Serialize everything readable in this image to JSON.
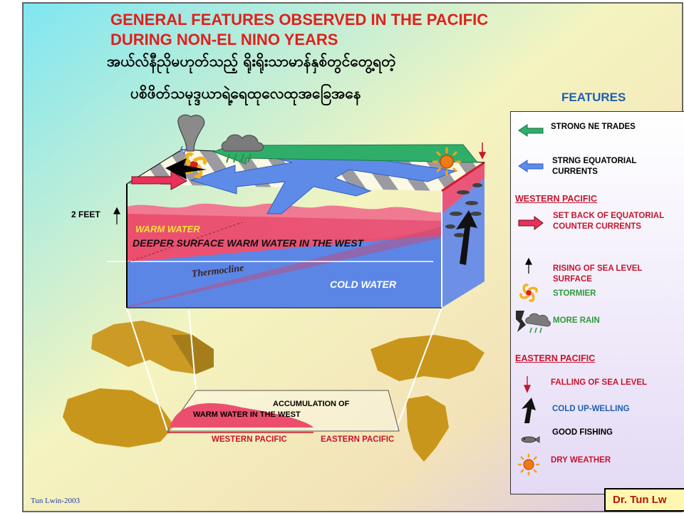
{
  "title": {
    "en_line1": "GENERAL FEATURES OBSERVED IN THE PACIFIC",
    "en_line2": "DURING NON-EL NINO YEARS",
    "my_line1": "အယ်လ်နီညိုမဟုတ်သည့် ရိုးရိုးသာမာန်နှစ်တွင်တွေ့ရတဲ့",
    "my_line2": "ပစိဖိတ်သမုဒ္ဒယာရဲ့ရေထုလေထုအခြေအနေ"
  },
  "diagram": {
    "feet_label": "2 FEET",
    "warm_water": "WARM WATER",
    "deeper_surface": "DEEPER SURFACE WARM WATER IN THE WEST",
    "thermocline": "Thermocline",
    "cold_water": "COLD WATER",
    "accumulation_line1": "ACCUMULATION OF",
    "accumulation_line2": "WARM WATER IN THE WEST",
    "western_pacific": "WESTERN PACIFIC",
    "eastern_pacific": "EASTERN PACIFIC"
  },
  "legend": {
    "heading": "FEATURES",
    "items": [
      {
        "label": "STRONG NE TRADES",
        "color": "#000000",
        "icon": "green-arrow-left-icon"
      },
      {
        "label": "STRNG EQUATORIAL CURRENTS",
        "color": "#000000",
        "icon": "blue-arrow-left-icon"
      }
    ],
    "western_title": "WESTERN PACIFIC",
    "western_items": [
      {
        "label": "SET BACK OF EQUATORIAL COUNTER CURRENTS",
        "color": "#c8142d",
        "icon": "red-arrow-right-icon"
      },
      {
        "label": "RISING OF SEA LEVEL SURFACE",
        "color": "#c8142d",
        "icon": "arrow-up-icon"
      },
      {
        "label": "STORMIER",
        "color": "#2e9a3a",
        "icon": "storm-icon"
      },
      {
        "label": "MORE RAIN",
        "color": "#2e9a3a",
        "icon": "rain-cloud-icon"
      }
    ],
    "eastern_title": "EASTERN PACIFIC",
    "eastern_items": [
      {
        "label": "FALLING OF SEA LEVEL",
        "color": "#c8142d",
        "icon": "arrow-down-icon"
      },
      {
        "label": "COLD UP-WELLING",
        "color": "#1f5fb0",
        "icon": "upwelling-arrow-icon"
      },
      {
        "label": "GOOD FISHING",
        "color": "#000000",
        "icon": "fish-icon"
      },
      {
        "label": "DRY WEATHER",
        "color": "#c8142d",
        "icon": "sun-icon"
      }
    ]
  },
  "footer": {
    "credit": "Tun Lwin-2003",
    "author": "Dr. Tun Lw"
  }
}
